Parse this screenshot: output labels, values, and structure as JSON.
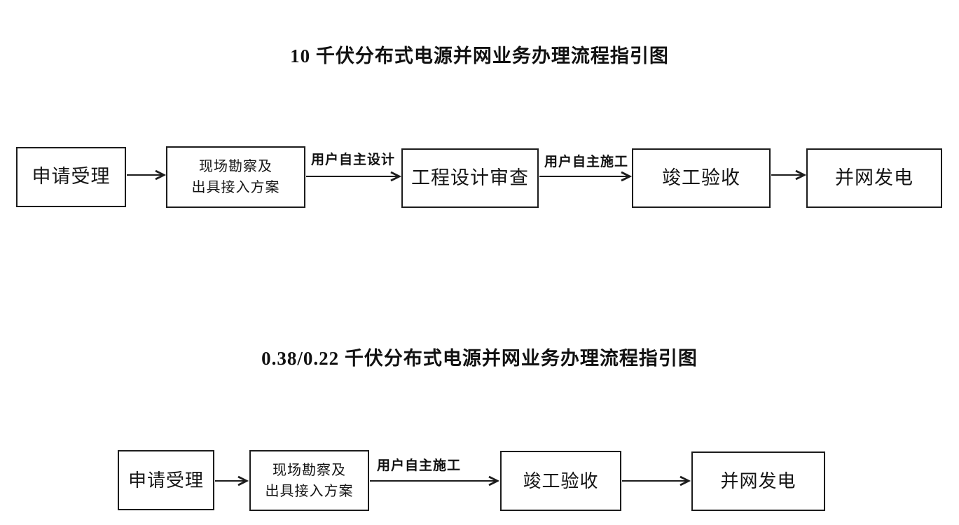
{
  "colors": {
    "background": "#ffffff",
    "line_color": "#1c1c1c",
    "text_color": "#141414",
    "title_color": "#111111"
  },
  "flowcharts": [
    {
      "title": "10 千伏分布式电源并网业务办理流程指引图",
      "nodes": [
        {
          "lines": [
            "申请受理"
          ]
        },
        {
          "lines": [
            "现场勘察及",
            "出具接入方案"
          ]
        },
        {
          "lines": [
            "工程设计审查"
          ]
        },
        {
          "lines": [
            "竣工验收"
          ]
        },
        {
          "lines": [
            "并网发电"
          ]
        }
      ],
      "edge_labels": [
        "用户自主设计",
        "用户自主施工"
      ]
    },
    {
      "title": "0.38/0.22 千伏分布式电源并网业务办理流程指引图",
      "nodes": [
        {
          "lines": [
            "申请受理"
          ]
        },
        {
          "lines": [
            "现场勘察及",
            "出具接入方案"
          ]
        },
        {
          "lines": [
            "竣工验收"
          ]
        },
        {
          "lines": [
            "并网发电"
          ]
        }
      ],
      "edge_labels": [
        "用户自主施工"
      ]
    }
  ]
}
